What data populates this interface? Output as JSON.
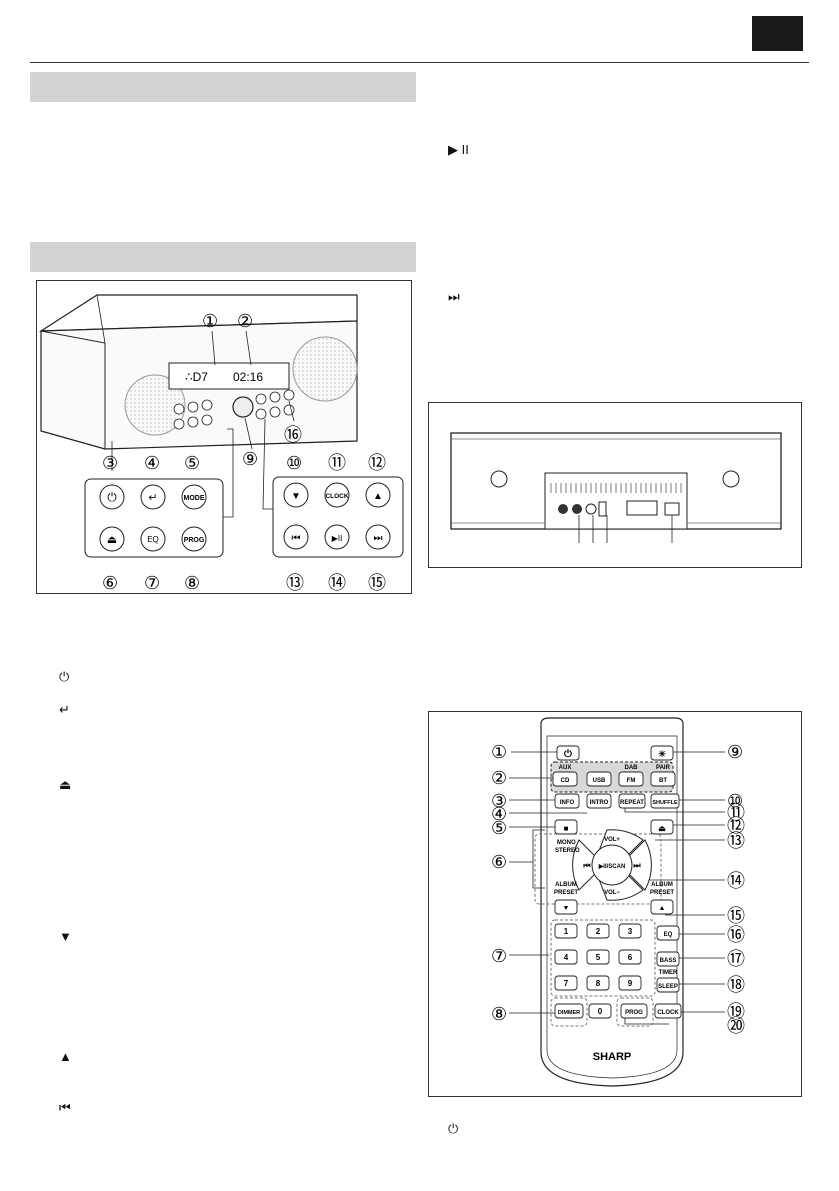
{
  "front_panel": {
    "display_left": "∴D7",
    "display_right": "02:16",
    "callouts": [
      "①",
      "②",
      "③",
      "④",
      "⑤",
      "⑥",
      "⑦",
      "⑧",
      "⑨",
      "⑩",
      "⑪",
      "⑫",
      "⑬",
      "⑭",
      "⑮",
      "⑯"
    ],
    "buttons": {
      "power": "⏻",
      "input": "↵",
      "mode": "MODE",
      "eject": "⏏",
      "eq": "EQ",
      "prog": "PROG",
      "down": "▼",
      "clock": "CLOCK",
      "up": "▲",
      "prev": "⏮",
      "play_pause": "▶II",
      "next": "⏭"
    }
  },
  "left_column_icons": [
    "⏻",
    "↵",
    "⏏",
    "▼",
    "▲",
    "⏮"
  ],
  "right_column_icons": [
    "▶ II",
    "⏭"
  ],
  "bottom_icon": "⏻",
  "remote": {
    "brand": "SHARP",
    "callouts": [
      "①",
      "②",
      "③",
      "④",
      "⑤",
      "⑥",
      "⑦",
      "⑧",
      "⑨",
      "⑩",
      "⑪",
      "⑫",
      "⑬",
      "⑭",
      "⑮",
      "⑯",
      "⑰",
      "⑱",
      "⑲",
      "⑳"
    ],
    "source_labels_top": [
      "AUX",
      "DAB",
      "PAIR"
    ],
    "source_buttons": [
      "CD",
      "USB",
      "FM",
      "BT"
    ],
    "row_info": [
      "INFO",
      "INTRO",
      "REPEAT",
      "SHUFFLE"
    ],
    "stop": "■",
    "eject": "⏏",
    "mono_stereo": [
      "MONO",
      "STEREO"
    ],
    "vol_up": "VOL+",
    "vol_down": "VOL−",
    "play_scan": "▶II/SCAN",
    "prev": "⏮",
    "next": "⏭",
    "album_preset": [
      "ALBUM",
      "PRESET"
    ],
    "preset_down": "▼",
    "preset_up": "▲",
    "digits": [
      "1",
      "2",
      "3",
      "4",
      "5",
      "6",
      "7",
      "8",
      "9",
      "0"
    ],
    "eq": "EQ",
    "bass": "BASS",
    "timer": "TIMER",
    "sleep": "SLEEP",
    "dimmer": "DIMMER",
    "prog": "PROG",
    "clock": "CLOCK",
    "dimmer_icon": "☀"
  }
}
